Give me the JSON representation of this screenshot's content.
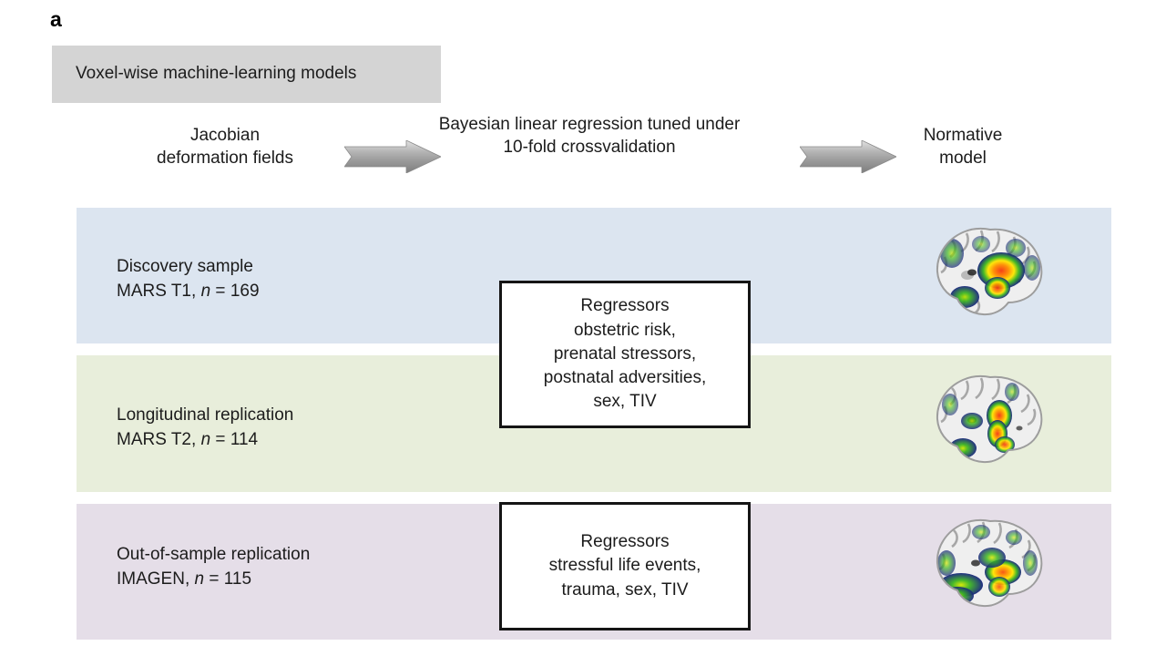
{
  "figure": {
    "panel_letter": "a",
    "header_banner": "Voxel-wise machine-learning models"
  },
  "flow": {
    "steps": [
      {
        "id": "input",
        "label": "Jacobian\ndeformation fields"
      },
      {
        "id": "method",
        "label": "Bayesian linear regression tuned under\n10-fold crossvalidation"
      },
      {
        "id": "output",
        "label": "Normative\nmodel"
      }
    ],
    "arrows": [
      {
        "id": "arrow-1",
        "icon": "right-arrow-icon"
      },
      {
        "id": "arrow-2",
        "icon": "right-arrow-icon"
      }
    ]
  },
  "samples": [
    {
      "id": "discovery",
      "title": "Discovery sample",
      "dataset": "MARS T1",
      "n_symbol": "n",
      "n_value": "169",
      "band_color": "#dce5f0",
      "brain_image": "sagittal-brain-heatmap"
    },
    {
      "id": "longitudinal",
      "title": "Longitudinal replication",
      "dataset": "MARS T2",
      "n_symbol": "n",
      "n_value": "114",
      "band_color": "#e8eedb",
      "brain_image": "sagittal-brain-heatmap"
    },
    {
      "id": "out-of-sample",
      "title": "Out-of-sample replication",
      "dataset": "IMAGEN",
      "n_symbol": "n",
      "n_value": "115",
      "band_color": "#e5dee8",
      "brain_image": "sagittal-brain-heatmap"
    }
  ],
  "regressor_boxes": [
    {
      "id": "regressors-mars",
      "heading": "Regressors",
      "items": "obstetric risk,\nprenatal stressors,\npostnatal adversities,\nsex, TIV"
    },
    {
      "id": "regressors-imagen",
      "heading": "Regressors",
      "items": "stressful life events,\ntrauma, sex, TIV"
    }
  ],
  "colors": {
    "header_banner": "#d4d4d4",
    "box_border": "#151515",
    "arrow_light": "#d8d8d8",
    "arrow_dark": "#8c8c8c",
    "heatmap_low": "#1b2a8a",
    "heatmap_mid": "#2fa02f",
    "heatmap_high": "#ffd400",
    "heatmap_peak": "#f03b1e"
  }
}
